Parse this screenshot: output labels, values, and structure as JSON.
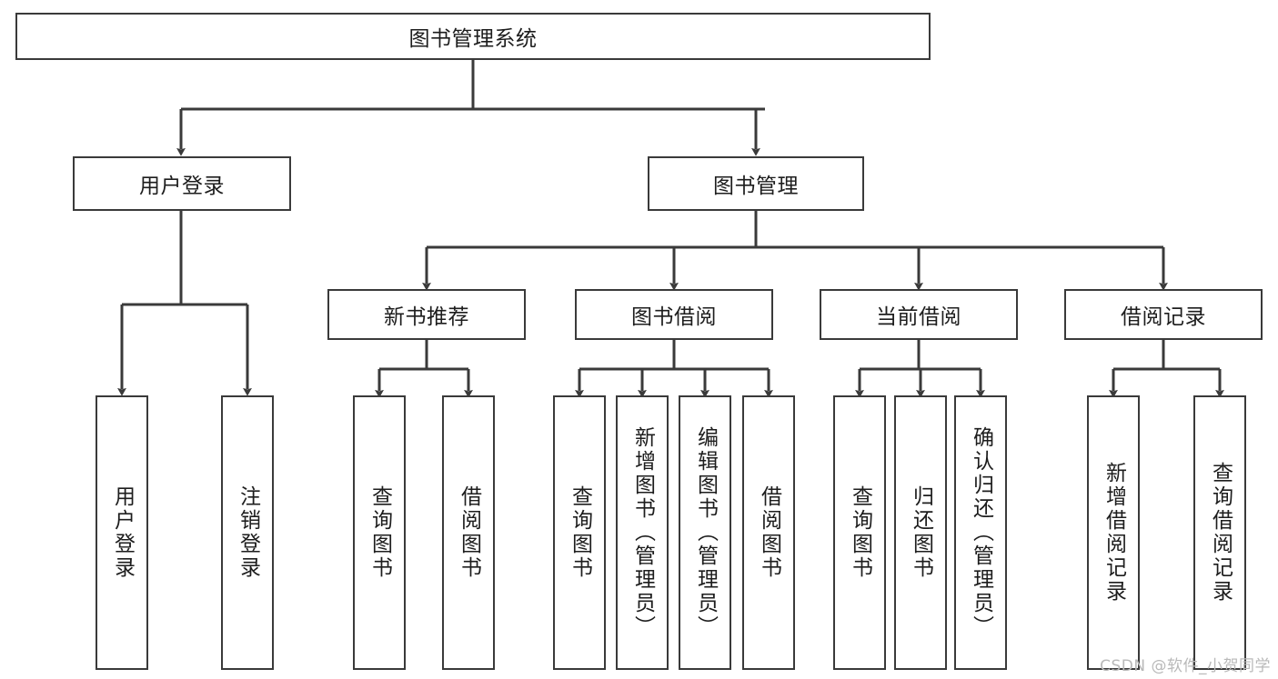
{
  "diagram": {
    "title": "图书管理系统",
    "watermark": "CSDN @软件_小贺同学",
    "colors": {
      "stroke": "#3a3a3a",
      "fill": "#ffffff",
      "text": "#1d1d1d",
      "watermark": "#b9b9b9"
    },
    "root": {
      "label": "图书管理系统"
    },
    "level1": [
      {
        "label": "用户登录"
      },
      {
        "label": "图书管理"
      }
    ],
    "level2": [
      {
        "label": "新书推荐"
      },
      {
        "label": "图书借阅"
      },
      {
        "label": "当前借阅"
      },
      {
        "label": "借阅记录"
      }
    ],
    "leaves": {
      "user_login": [
        {
          "label": "用户登录"
        },
        {
          "label": "注销登录"
        }
      ],
      "new_book": [
        {
          "label": "查询图书"
        },
        {
          "label": "借阅图书"
        }
      ],
      "borrow": [
        {
          "label": "查询图书"
        },
        {
          "label": "新增图书（管理员）"
        },
        {
          "label": "编辑图书（管理员）"
        },
        {
          "label": "借阅图书"
        }
      ],
      "current": [
        {
          "label": "查询图书"
        },
        {
          "label": "归还图书"
        },
        {
          "label": "确认归还（管理员）"
        }
      ],
      "records": [
        {
          "label": "新增借阅记录"
        },
        {
          "label": "查询借阅记录"
        }
      ]
    }
  }
}
